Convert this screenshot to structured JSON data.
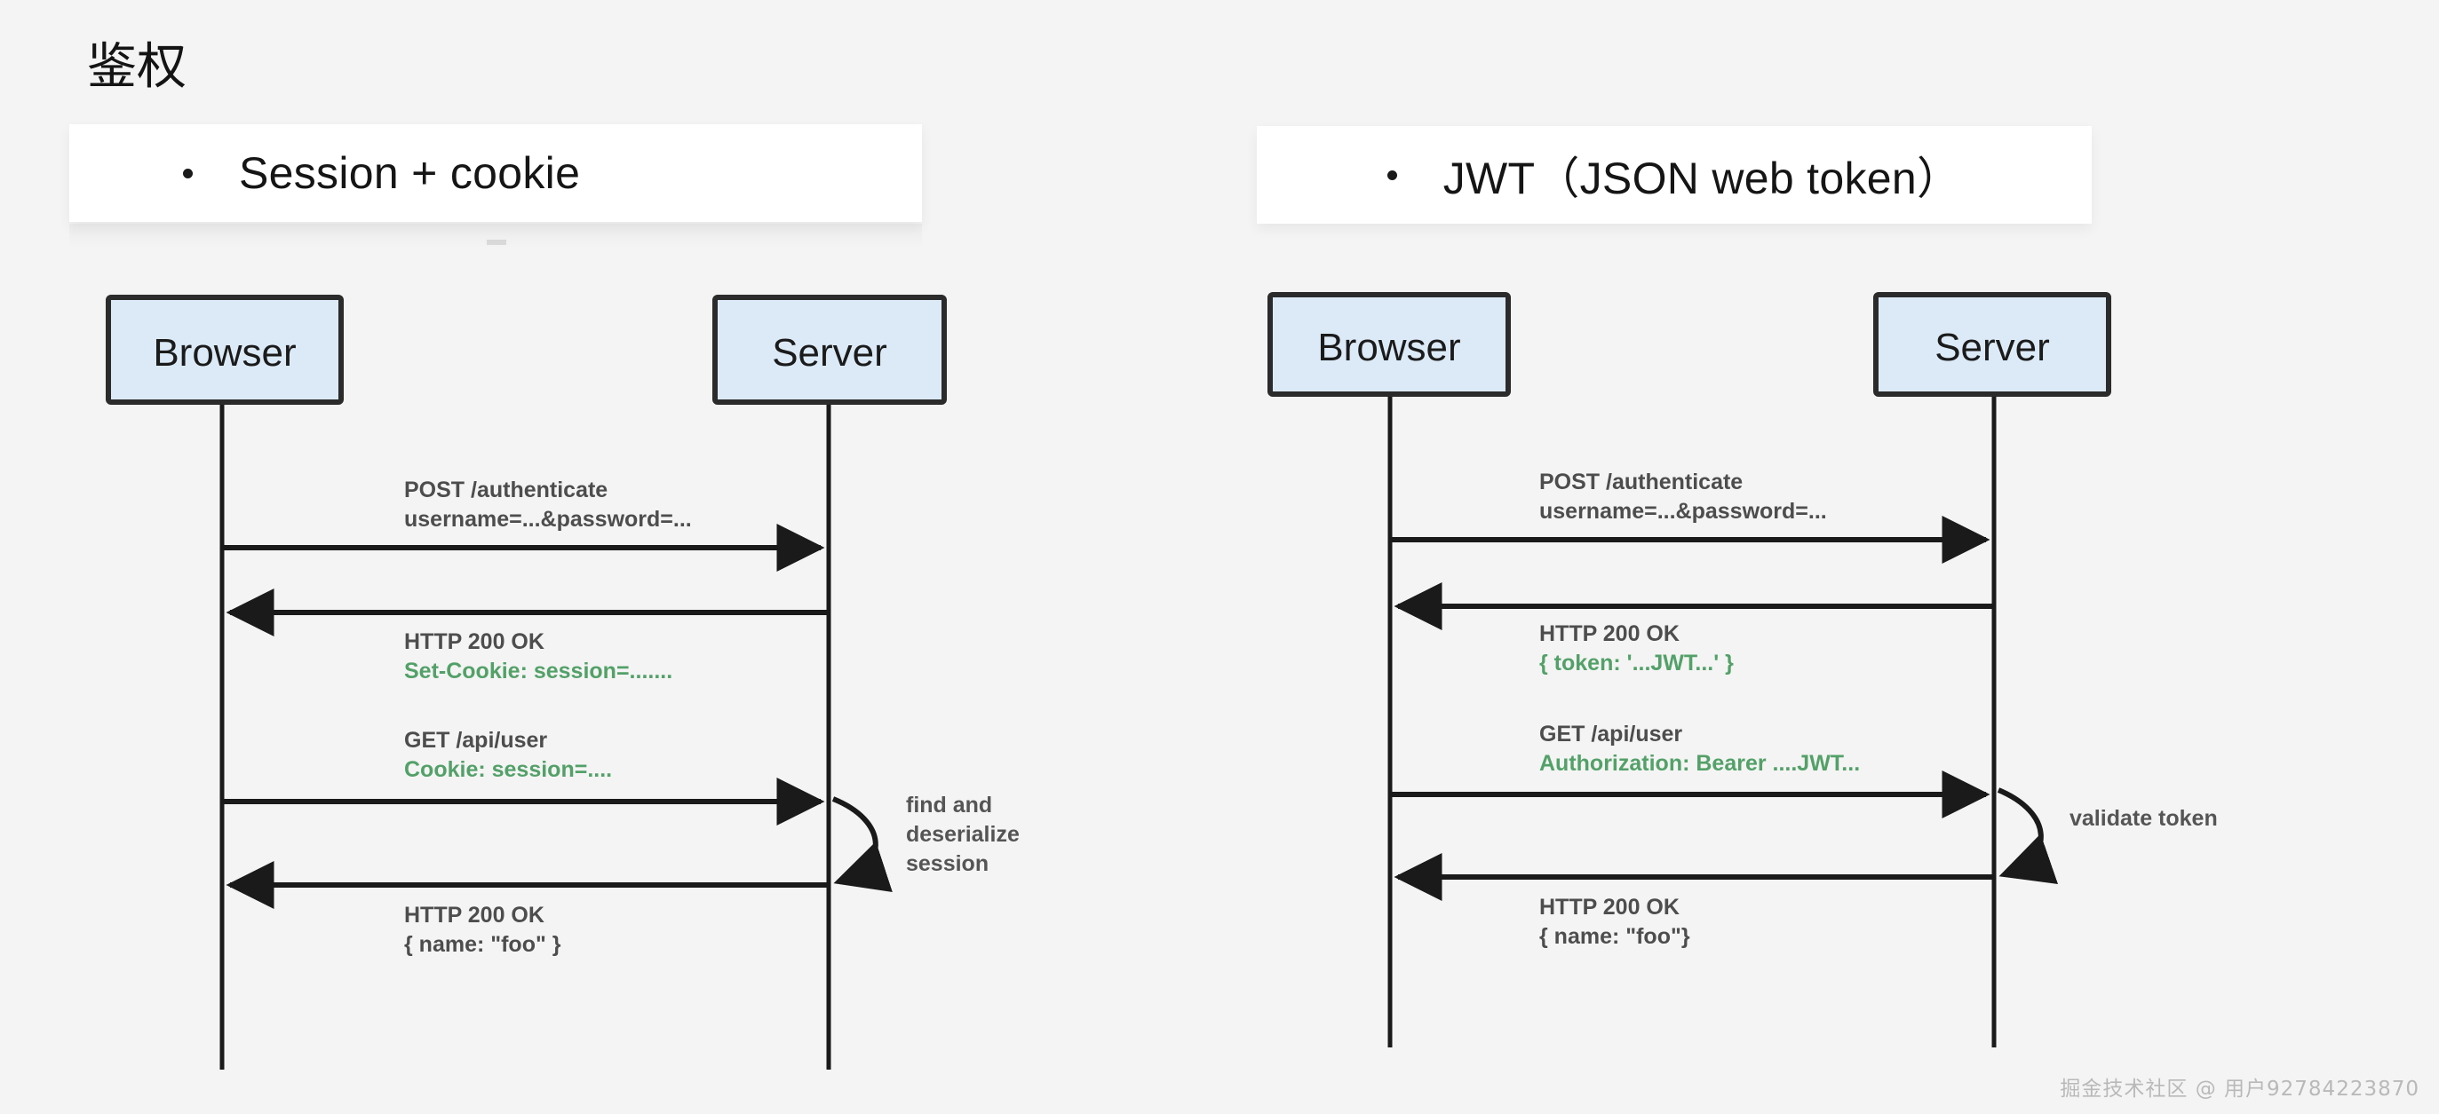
{
  "page": {
    "title": "鉴权",
    "background_color": "#f4f4f4",
    "watermark": "掘金技术社区 @ 用户92784223870"
  },
  "colors": {
    "lane_box_fill": "#dceaf7",
    "lane_box_border": "#2b2b2b",
    "arrow": "#1a1a1a",
    "message_text": "#4d4d4d",
    "header_text": "#53a169",
    "card_background": "#ffffff",
    "title_text": "#141414",
    "watermark_text": "#b9b9b9"
  },
  "slides": {
    "left": {
      "bullet": "Session + cookie",
      "bullet_marker": "bullet-dot"
    },
    "right": {
      "bullet": "JWT（JSON web token）",
      "bullet_marker": "bullet-dot"
    }
  },
  "diagrams": [
    {
      "id": "session-cookie-sequence",
      "type": "sequence",
      "lanes": [
        {
          "name": "browser",
          "label": "Browser"
        },
        {
          "name": "server",
          "label": "Server"
        }
      ],
      "messages": [
        {
          "direction": "browser-to-server",
          "lines": [
            {
              "text": "POST /authenticate",
              "style": "plain"
            },
            {
              "text": "username=...&password=...",
              "style": "plain"
            }
          ]
        },
        {
          "direction": "server-to-browser",
          "lines": [
            {
              "text": "HTTP 200 OK",
              "style": "plain"
            },
            {
              "text": "Set-Cookie: session=.......",
              "style": "header"
            }
          ]
        },
        {
          "direction": "browser-to-server",
          "lines": [
            {
              "text": "GET /api/user",
              "style": "plain"
            },
            {
              "text": "Cookie: session=....",
              "style": "header"
            }
          ]
        },
        {
          "direction": "server-to-browser",
          "lines": [
            {
              "text": "HTTP 200 OK",
              "style": "plain"
            },
            {
              "text": "{ name: \"foo\" }",
              "style": "plain"
            }
          ]
        }
      ],
      "self_note": {
        "lines": [
          "find and",
          "deserialize",
          "session"
        ],
        "on_lane": "server"
      }
    },
    {
      "id": "jwt-sequence",
      "type": "sequence",
      "lanes": [
        {
          "name": "browser",
          "label": "Browser"
        },
        {
          "name": "server",
          "label": "Server"
        }
      ],
      "messages": [
        {
          "direction": "browser-to-server",
          "lines": [
            {
              "text": "POST /authenticate",
              "style": "plain"
            },
            {
              "text": "username=...&password=...",
              "style": "plain"
            }
          ]
        },
        {
          "direction": "server-to-browser",
          "lines": [
            {
              "text": "HTTP 200 OK",
              "style": "plain"
            },
            {
              "text": "{ token: '...JWT...' }",
              "style": "header"
            }
          ]
        },
        {
          "direction": "browser-to-server",
          "lines": [
            {
              "text": "GET /api/user",
              "style": "plain"
            },
            {
              "text": "Authorization: Bearer ....JWT...",
              "style": "header"
            }
          ]
        },
        {
          "direction": "server-to-browser",
          "lines": [
            {
              "text": "HTTP 200 OK",
              "style": "plain"
            },
            {
              "text": "{ name: \"foo\"}",
              "style": "plain"
            }
          ]
        }
      ],
      "self_note": {
        "lines": [
          "validate token"
        ],
        "on_lane": "server"
      }
    }
  ]
}
